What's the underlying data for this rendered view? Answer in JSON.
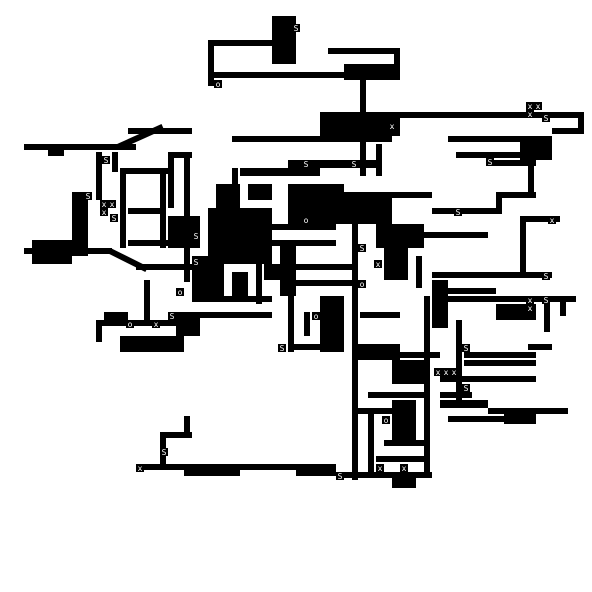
{
  "map": {
    "background": "#ffffff",
    "wall_color": "#000000",
    "marker_color": "#ffffff",
    "legend": {
      "S": "start-marker",
      "x": "cross-marker",
      "o": "box-marker"
    }
  },
  "markers": {
    "S": "S",
    "x": "x",
    "o": "o"
  }
}
